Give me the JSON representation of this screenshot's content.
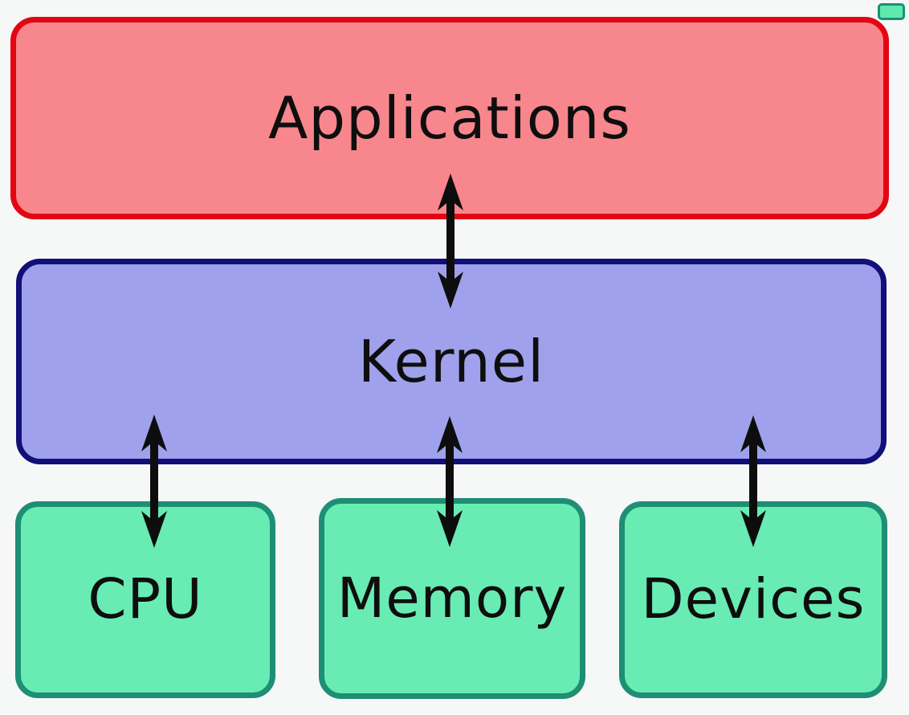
{
  "diagram": {
    "type": "layered-architecture",
    "background_color": "#f6f7f7",
    "layers": {
      "applications": {
        "label": "Applications",
        "fill": "#f8868d",
        "border_color": "#e20613"
      },
      "kernel": {
        "label": "Kernel",
        "fill": "#a0a1ec",
        "border_color": "#101078"
      },
      "hardware": [
        {
          "label": "CPU",
          "fill": "#68ecb3",
          "border_color": "#1e8e74"
        },
        {
          "label": "Memory",
          "fill": "#68ecb3",
          "border_color": "#1e8e74"
        },
        {
          "label": "Devices",
          "fill": "#68ecb3",
          "border_color": "#1e8e74"
        }
      ]
    },
    "connections": [
      {
        "name": "applications-kernel",
        "style": "double-headed-vertical-arrow",
        "color": "#0d0d0d"
      },
      {
        "name": "kernel-cpu",
        "style": "double-headed-vertical-arrow",
        "color": "#0d0d0d"
      },
      {
        "name": "kernel-memory",
        "style": "double-headed-vertical-arrow",
        "color": "#0d0d0d"
      },
      {
        "name": "kernel-devices",
        "style": "double-headed-vertical-arrow",
        "color": "#0d0d0d"
      }
    ],
    "artifact": {
      "note": "small green box fragment at top-right corner"
    }
  }
}
